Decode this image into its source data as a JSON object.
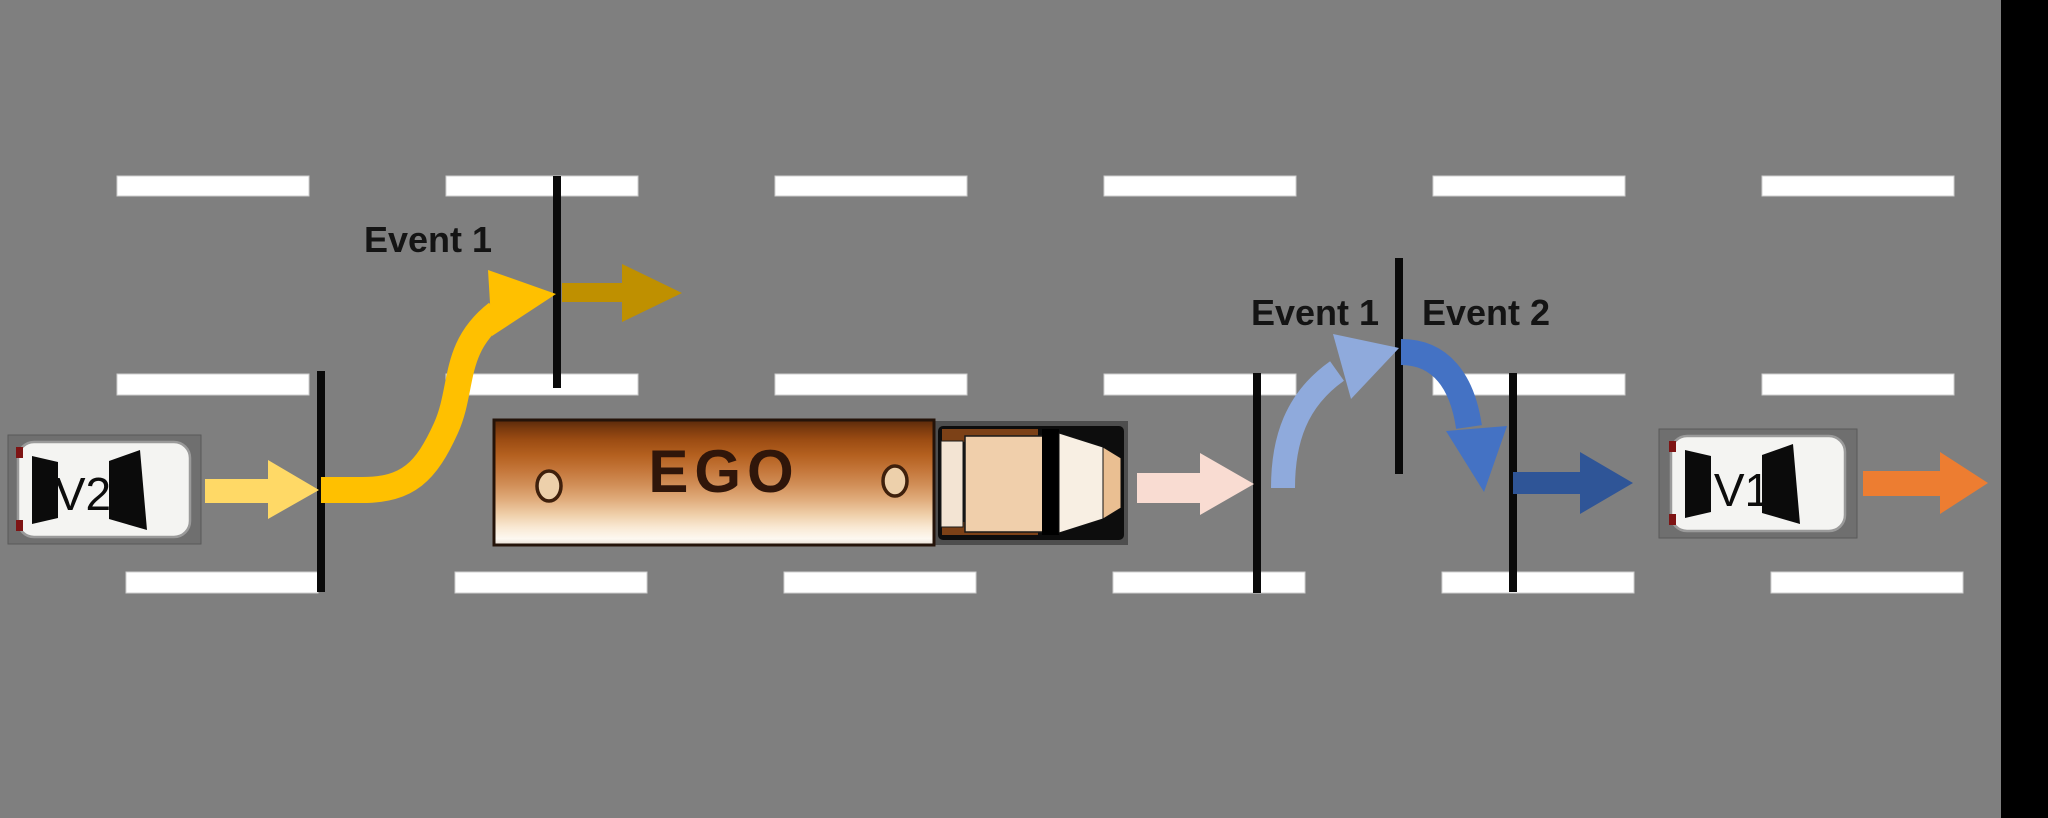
{
  "diagram": {
    "description_labels": {
      "v2_event1": "Event 1",
      "ego_event1": "Event 1",
      "ego_event2": "Event 2"
    },
    "vehicles": {
      "ego": {
        "label": "EGO",
        "type": "truck"
      },
      "v1": {
        "label": "V1",
        "type": "car"
      },
      "v2": {
        "label": "V2",
        "type": "car"
      }
    },
    "colors": {
      "background": "#7f7f7f",
      "right_edge_band": "#000000",
      "lane_marking": "#ffffff",
      "event_marker_line": "#0a0a0a",
      "v2_initial_arrow": "#FFD966",
      "v2_lane_change_curve": "#FFC000",
      "v2_after_event1_arrow": "#BF9000",
      "ego_initial_arrow": "#F9DCD2",
      "ego_event1_curve": "#8FAADC",
      "ego_event2_curve": "#4472C4",
      "ego_after_event2_arrow": "#2F5597",
      "v1_arrow": "#ED7D31",
      "trailer_top": "#7b3a0e",
      "trailer_bottom": "#fdf8f1"
    }
  }
}
